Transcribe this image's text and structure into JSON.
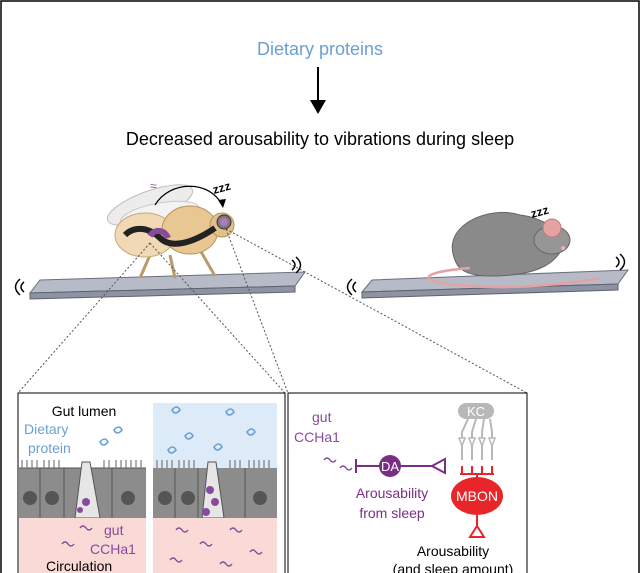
{
  "header": {
    "input_label": "Dietary proteins",
    "result_label": "Decreased arousability to vibrations during sleep"
  },
  "animals": {
    "fly_sleep_symbol": "zzz",
    "mouse_sleep_symbol": "zzz"
  },
  "gut_panel": {
    "lumen_label": "Gut lumen",
    "protein_label_line1": "Dietary",
    "protein_label_line2": "protein",
    "hormone_label_line1": "gut",
    "hormone_label_line2": "CCHa1",
    "circulation_label": "Circulation"
  },
  "brain_panel": {
    "hormone_label_line1": "gut",
    "hormone_label_line2": "CCHa1",
    "da_label": "DA",
    "kc_label": "KC",
    "mbon_label": "MBON",
    "da_output_line1": "Arousability",
    "da_output_line2": "from sleep",
    "mbon_output_line1": "Arousability",
    "mbon_output_line2": "(and sleep amount)"
  },
  "colors": {
    "protein_blue": "#6a9fd4",
    "ccha1_purple": "#8a4a9c",
    "da_purple": "#7b2d86",
    "mbon_red": "#e8262a",
    "kc_gray": "#b8b8b8",
    "lumen_bg": "#dcebf7",
    "circulation_bg": "#f9dad6",
    "cell_gray": "#8c8c8c",
    "plate_gray": "#8e93a3"
  }
}
